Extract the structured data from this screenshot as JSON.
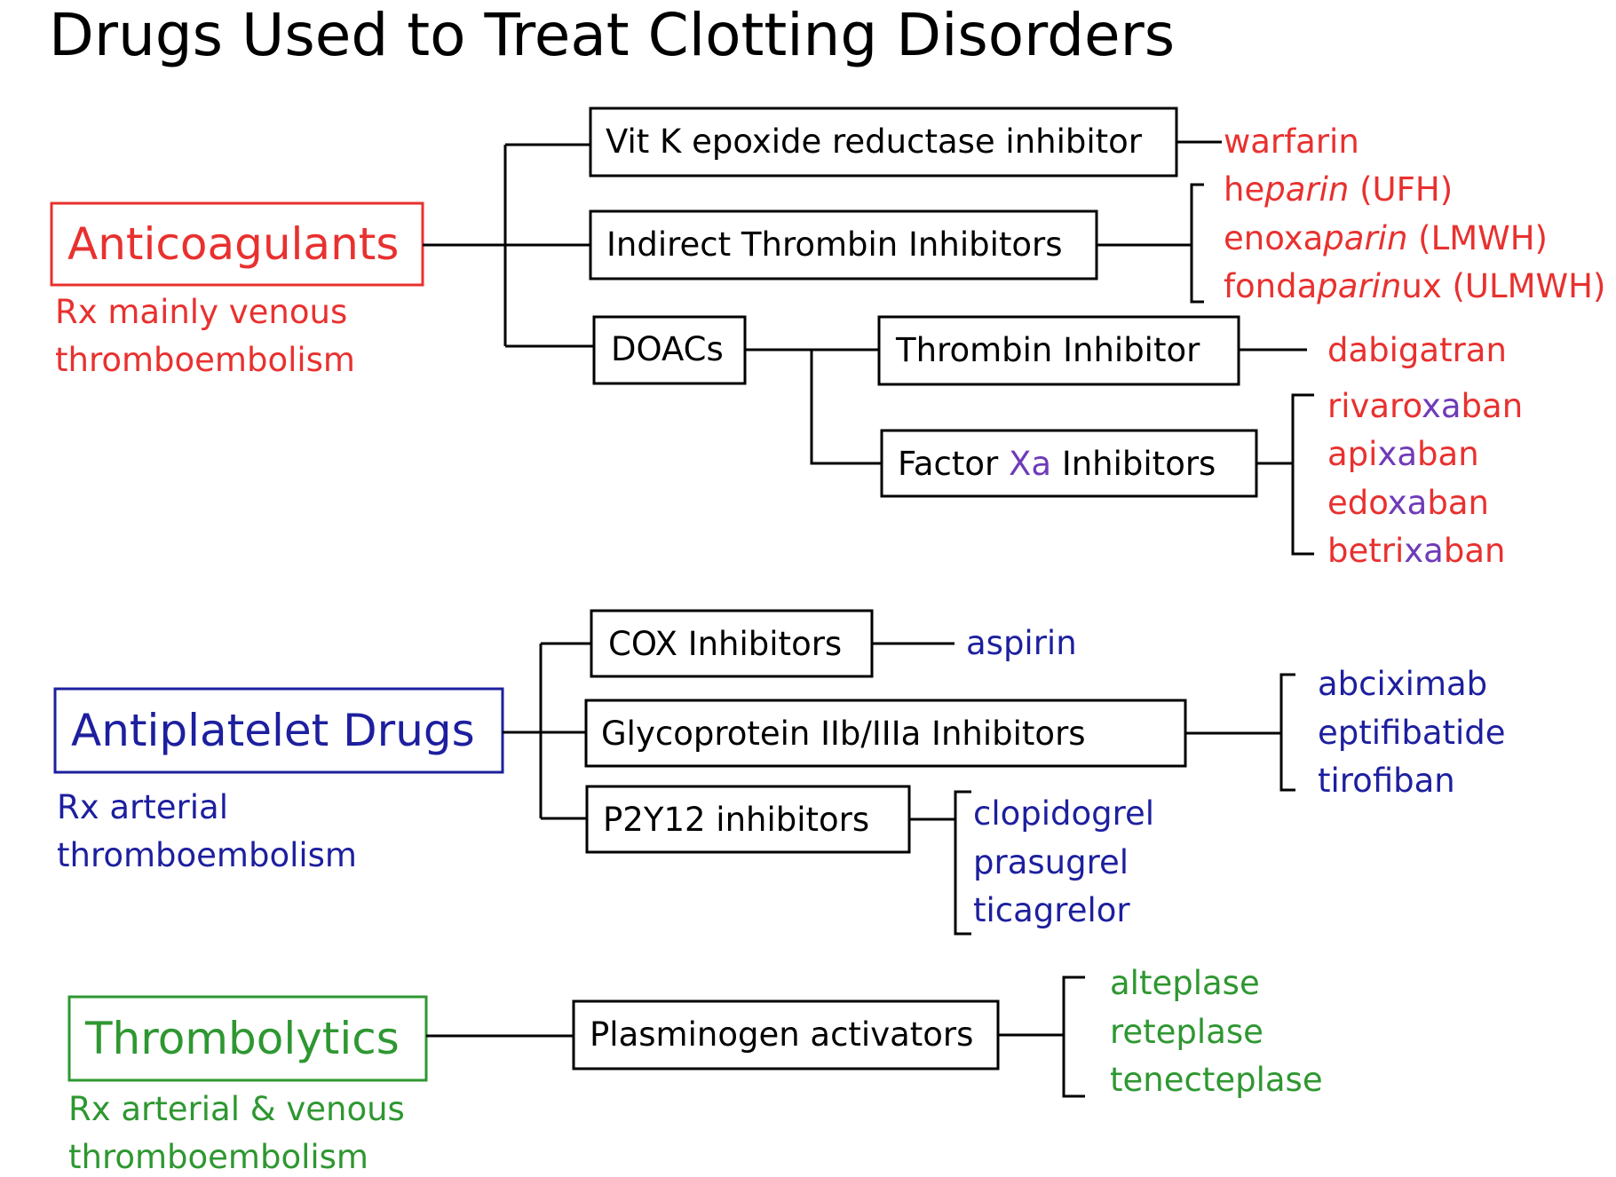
{
  "title": "Drugs Used to Treat Clotting Disorders",
  "colors": {
    "anticoagulants": "#e8312f",
    "antiplatelet": "#1d1f9e",
    "thrombolytics": "#2e9731",
    "xa_highlight": "#6f3bb8"
  },
  "anticoagulants": {
    "label": "Anticoagulants",
    "rx_line1": "Rx mainly venous",
    "rx_line2": "thromboembolism",
    "classes": {
      "vitk": "Vit K epoxide reductase inhibitor",
      "indirect": "Indirect Thrombin Inhibitors",
      "doacs": "DOACs",
      "thrombin": "Thrombin Inhibitor",
      "factor_xa_prefix": "Factor ",
      "factor_xa_highlight": "Xa",
      "factor_xa_suffix": " Inhibitors"
    },
    "drugs": {
      "warfarin": "warfarin",
      "heparin_a": "he",
      "heparin_b": "parin",
      "heparin_c": " (UFH)",
      "enox_a": "enoxa",
      "enox_b": "parin",
      "enox_c": " (LMWH)",
      "fonda_a": "fonda",
      "fonda_b": "parin",
      "fonda_c": "ux (ULMWH)",
      "dabigatran": "dabigatran",
      "rivaroxaban_a": "rivaro",
      "rivaroxaban_b": "xa",
      "rivaroxaban_c": "ban",
      "apixaban_a": "api",
      "apixaban_b": "xa",
      "apixaban_c": "ban",
      "edoxaban_a": "edo",
      "edoxaban_b": "xa",
      "edoxaban_c": "ban",
      "betrixaban_a": "betri",
      "betrixaban_b": "xa",
      "betrixaban_c": "ban"
    }
  },
  "antiplatelet": {
    "label": "Antiplatelet Drugs",
    "rx_line1": "Rx arterial",
    "rx_line2": "thromboembolism",
    "classes": {
      "cox": "COX Inhibitors",
      "gp": "Glycoprotein IIb/IIIa Inhibitors",
      "p2y12": "P2Y12 inhibitors"
    },
    "drugs": {
      "aspirin": "aspirin",
      "abciximab": "abciximab",
      "eptifibatide": "eptifibatide",
      "tirofiban": "tirofiban",
      "clopidogrel": "clopidogrel",
      "prasugrel": "prasugrel",
      "ticagrelor": "ticagrelor"
    }
  },
  "thrombolytics": {
    "label": "Thrombolytics",
    "rx_line1": "Rx arterial & venous",
    "rx_line2": "thromboembolism",
    "classes": {
      "plasminogen": "Plasminogen activators"
    },
    "drugs": {
      "alteplase": "alteplase",
      "reteplase": "reteplase",
      "tenecteplase": "tenecteplase"
    }
  }
}
